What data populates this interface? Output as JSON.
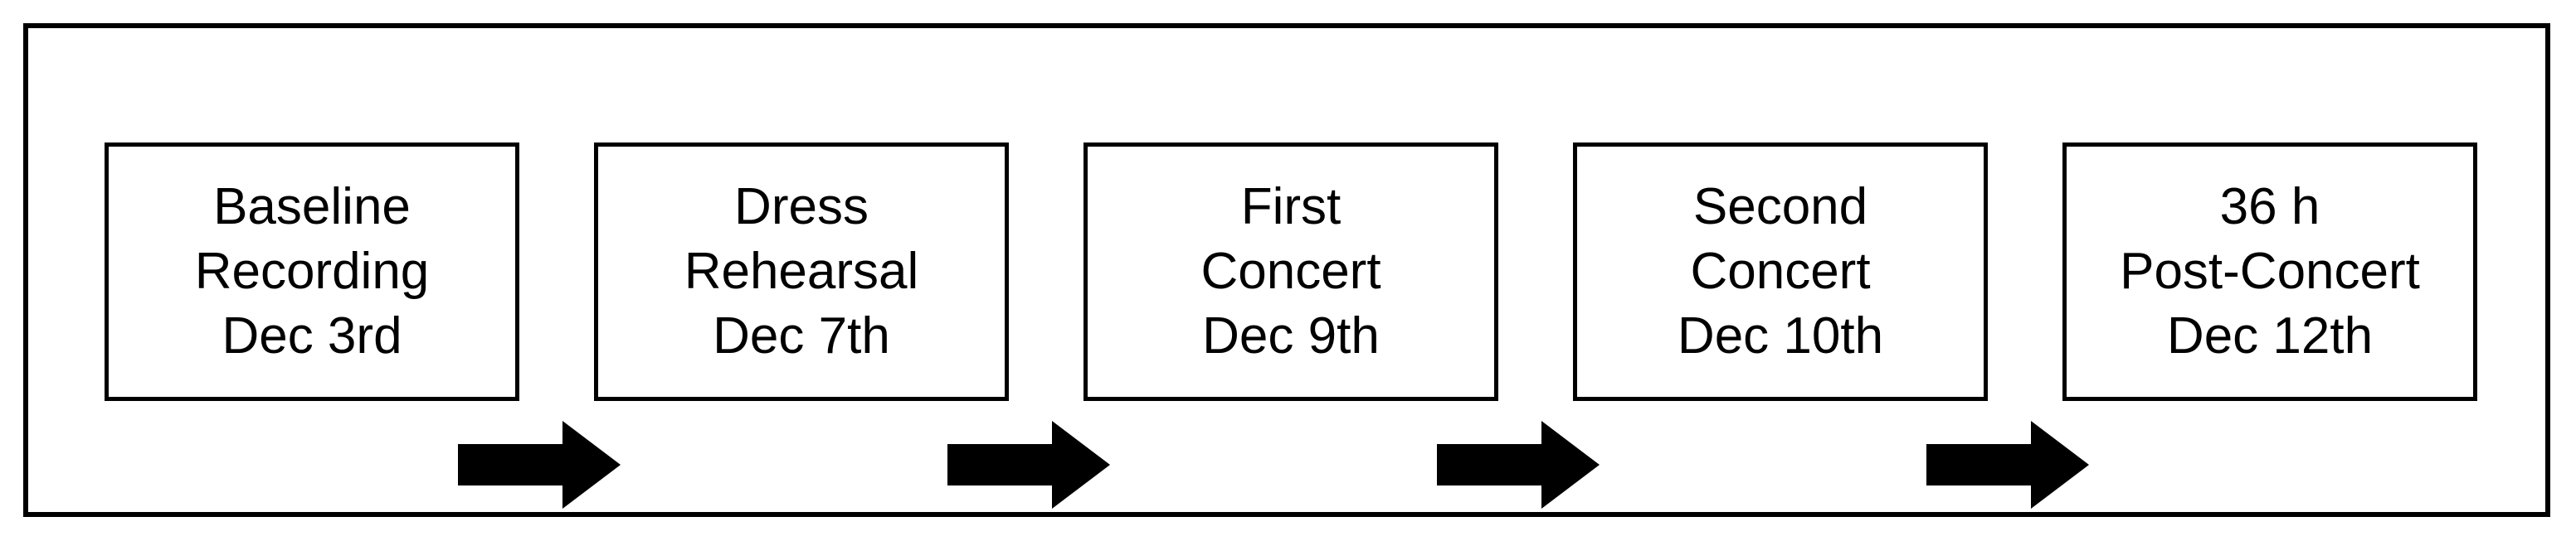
{
  "diagram": {
    "steps": [
      {
        "line1": "Baseline",
        "line2": "Recording",
        "line3": "Dec 3rd"
      },
      {
        "line1": "Dress",
        "line2": "Rehearsal",
        "line3": "Dec 7th"
      },
      {
        "line1": "First",
        "line2": "Concert",
        "line3": "Dec 9th"
      },
      {
        "line1": "Second",
        "line2": "Concert",
        "line3": "Dec 10th"
      },
      {
        "line1": "36 h",
        "line2": "Post-Concert",
        "line3": "Dec 12th"
      }
    ],
    "colors": {
      "stroke": "#000000",
      "arrow_fill": "#000000",
      "background": "#ffffff"
    },
    "arrow_icon": "right-arrow-icon"
  }
}
